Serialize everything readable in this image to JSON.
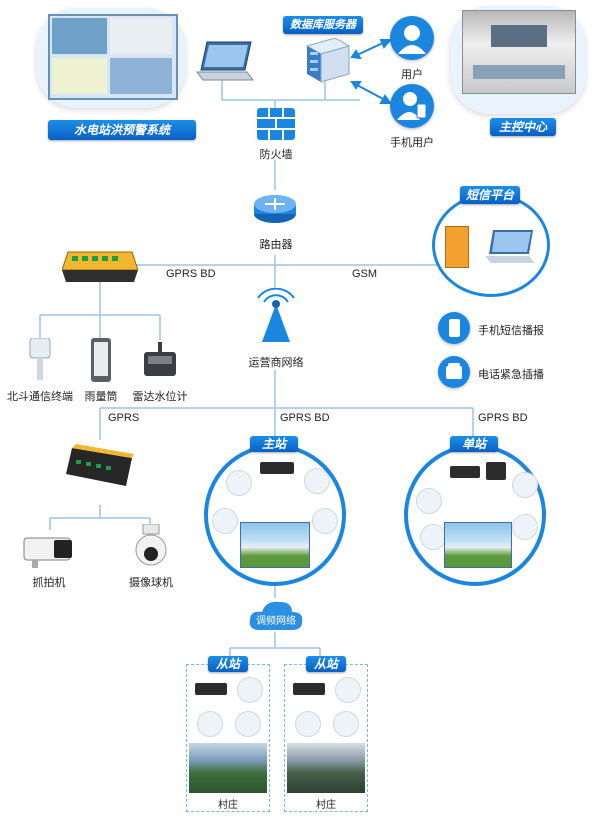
{
  "top": {
    "system_label": "水电站洪预警系统",
    "control_center_label": "主控中心",
    "db_server_label": "数据库服务器",
    "user_label": "用户",
    "mobile_user_label": "手机用户"
  },
  "network": {
    "firewall_label": "防火墙",
    "router_label": "路由器",
    "gprs_bd_left": "GPRS BD",
    "gsm": "GSM",
    "operator_network": "运营商网络",
    "gprs": "GPRS",
    "gprs_bd_mid": "GPRS BD",
    "gprs_bd_right": "GPRS BD",
    "radio_network": "调频网络"
  },
  "sms": {
    "platform_label": "短信平台",
    "sms_broadcast": "手机短信播报",
    "phone_broadcast": "电话紧急插播"
  },
  "sensors": {
    "beidou": "北斗通信终端",
    "rain_gauge": "雨量筒",
    "radar_level": "雷达水位计"
  },
  "cameras": {
    "snapshot": "抓拍机",
    "dome": "摄像球机"
  },
  "stations": {
    "main": "主站",
    "single": "单站",
    "sub1": "从站",
    "sub2": "从站",
    "village1": "村庄",
    "village2": "村庄"
  },
  "colors": {
    "accent": "#1a86e0",
    "ribbon": "#0a5fc4",
    "line": "#9cc3e6"
  }
}
